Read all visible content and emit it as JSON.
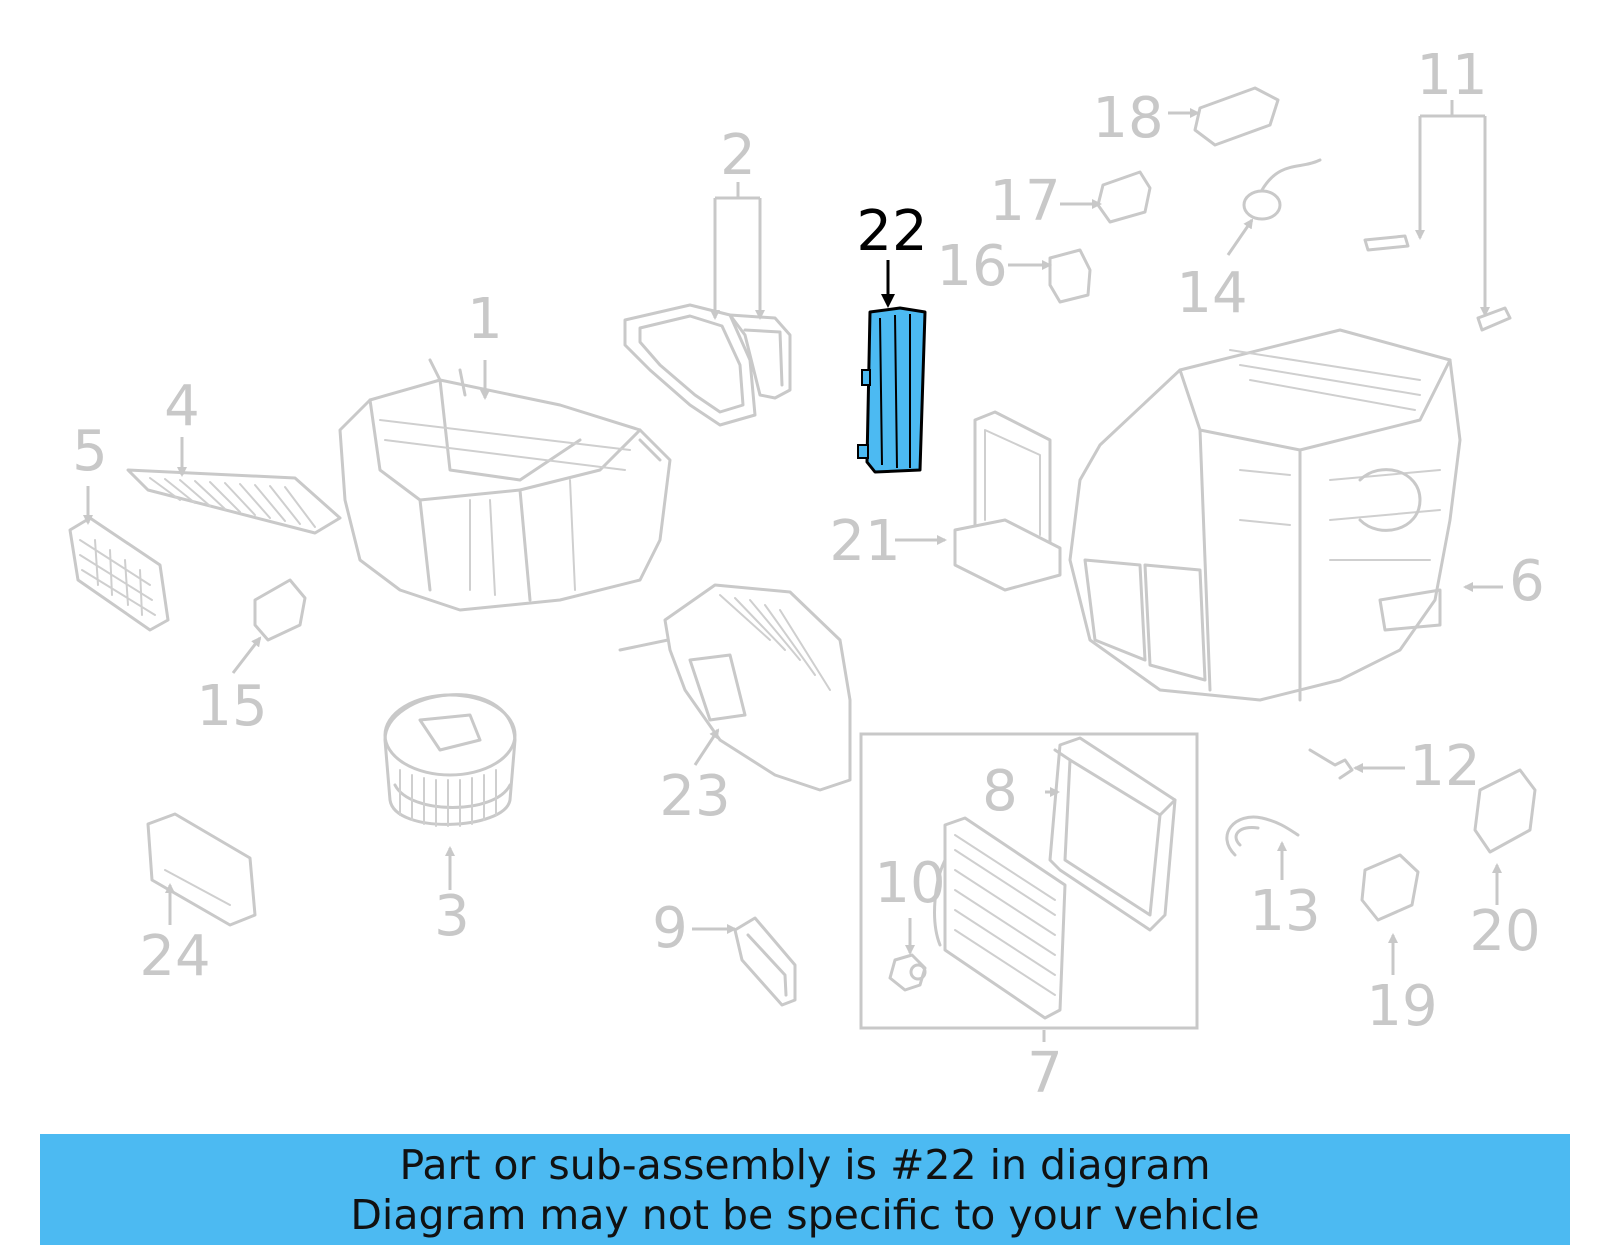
{
  "diagram": {
    "highlighted_part": "22",
    "highlight_color": "#4cbaf2",
    "part_labels": [
      "1",
      "2",
      "3",
      "4",
      "5",
      "6",
      "7",
      "8",
      "9",
      "10",
      "11",
      "12",
      "13",
      "14",
      "15",
      "16",
      "17",
      "18",
      "19",
      "20",
      "21",
      "22",
      "23",
      "24"
    ]
  },
  "banner": {
    "line1": "Part or sub-assembly is #22 in diagram",
    "line2": "Diagram may not be specific to your vehicle",
    "color": "#4cbaf2"
  }
}
